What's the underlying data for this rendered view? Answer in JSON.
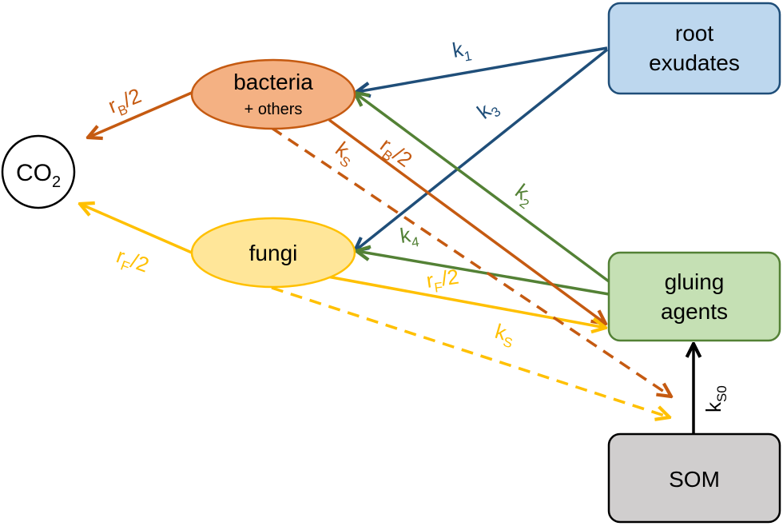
{
  "nodes": {
    "root_exudates": {
      "line1": "root",
      "line2": "exudates"
    },
    "bacteria": {
      "main": "bacteria",
      "sub": "+ others"
    },
    "fungi": {
      "main": "fungi"
    },
    "co2": {
      "main": "CO",
      "sub": "2"
    },
    "gluing_agents": {
      "line1": "gluing",
      "line2": "agents"
    },
    "som": {
      "main": "SOM"
    }
  },
  "edges": {
    "k1": {
      "base": "k",
      "sub": "1"
    },
    "k2": {
      "base": "k",
      "sub": "2"
    },
    "k3": {
      "base": "k",
      "sub": "3"
    },
    "k4": {
      "base": "k",
      "sub": "4"
    },
    "rb_co2": {
      "base": "r",
      "sub": "B",
      "tail": "/2"
    },
    "rb_glue": {
      "base": "r",
      "sub": "B",
      "tail": "/2"
    },
    "rf_co2": {
      "base": "r",
      "sub": "F",
      "tail": "/2"
    },
    "rf_glue": {
      "base": "r",
      "sub": "F",
      "tail": "/2"
    },
    "ks_bacteria": {
      "base": "k",
      "sub": "S"
    },
    "ks_fungi": {
      "base": "k",
      "sub": "S"
    },
    "ks0": {
      "base": "k",
      "sub": "S0"
    }
  },
  "colors": {
    "blue": "#1F4E79",
    "green": "#538135",
    "orange": "#C55A11",
    "yellow": "#FFC000",
    "black": "#000000"
  }
}
